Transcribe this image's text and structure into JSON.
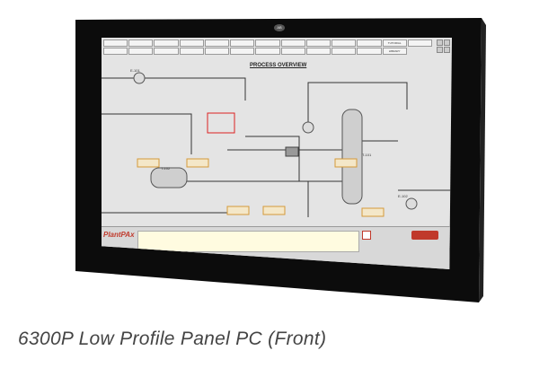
{
  "caption": "6300P Low Profile Panel PC (Front)",
  "hmi": {
    "title": "PROCESS OVERVIEW",
    "nav_items": [
      "",
      "",
      "",
      "",
      "",
      "",
      "",
      "",
      "",
      "",
      "",
      "TUTORIAL",
      "LIBRARY OVERVIEW"
    ],
    "equipment": [
      "T-101",
      "T-102",
      "E-101",
      "E-102"
    ],
    "brand": "PlantPAx",
    "alarm_color": "#c0392b"
  }
}
